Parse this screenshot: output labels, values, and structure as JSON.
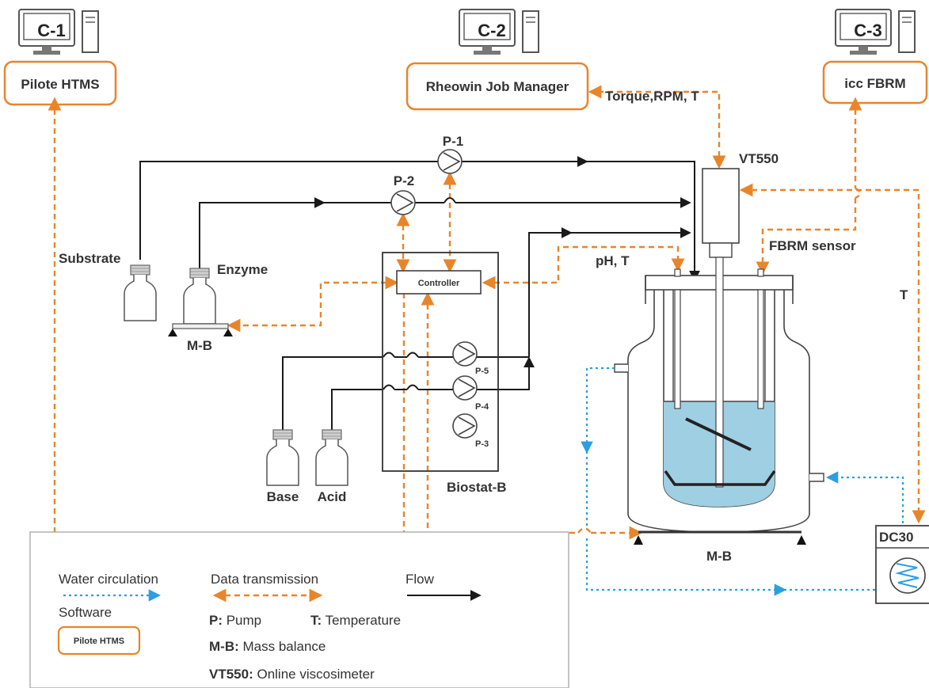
{
  "computers": [
    {
      "id": "C-1",
      "software": "Pilote HTMS"
    },
    {
      "id": "C-2",
      "software": "Rheowin Job Manager"
    },
    {
      "id": "C-3",
      "software": "icc FBRM"
    }
  ],
  "labels": {
    "torque": "Torque,RPM, T",
    "vt550": "VT550",
    "fbrm_sensor": "FBRM sensor",
    "ph_t": "pH, T",
    "t_label": "T",
    "substrate": "Substrate",
    "enzyme": "Enzyme",
    "mb_left": "M-B",
    "mb_reactor": "M-B",
    "controller": "Controller",
    "biostat": "Biostat-B",
    "base": "Base",
    "acid": "Acid",
    "dc30": "DC30"
  },
  "pumps": [
    "P-1",
    "P-2",
    "P-3",
    "P-4",
    "P-5"
  ],
  "legend": {
    "water": "Water circulation",
    "data": "Data transmission",
    "flow": "Flow",
    "software": "Software",
    "software_example": "Pilote HTMS",
    "p_key": "P:",
    "p_val": " Pump",
    "t_key": "T:",
    "t_val": " Temperature",
    "mb_key": "M-B:",
    "mb_val": " Mass balance",
    "vt_key": "VT550:",
    "vt_val": " Online viscosimeter"
  },
  "colors": {
    "flow": "#1a1a1a",
    "data": "#e8852b",
    "water": "#2a9fe3",
    "liquid": "#9fcfe3"
  }
}
